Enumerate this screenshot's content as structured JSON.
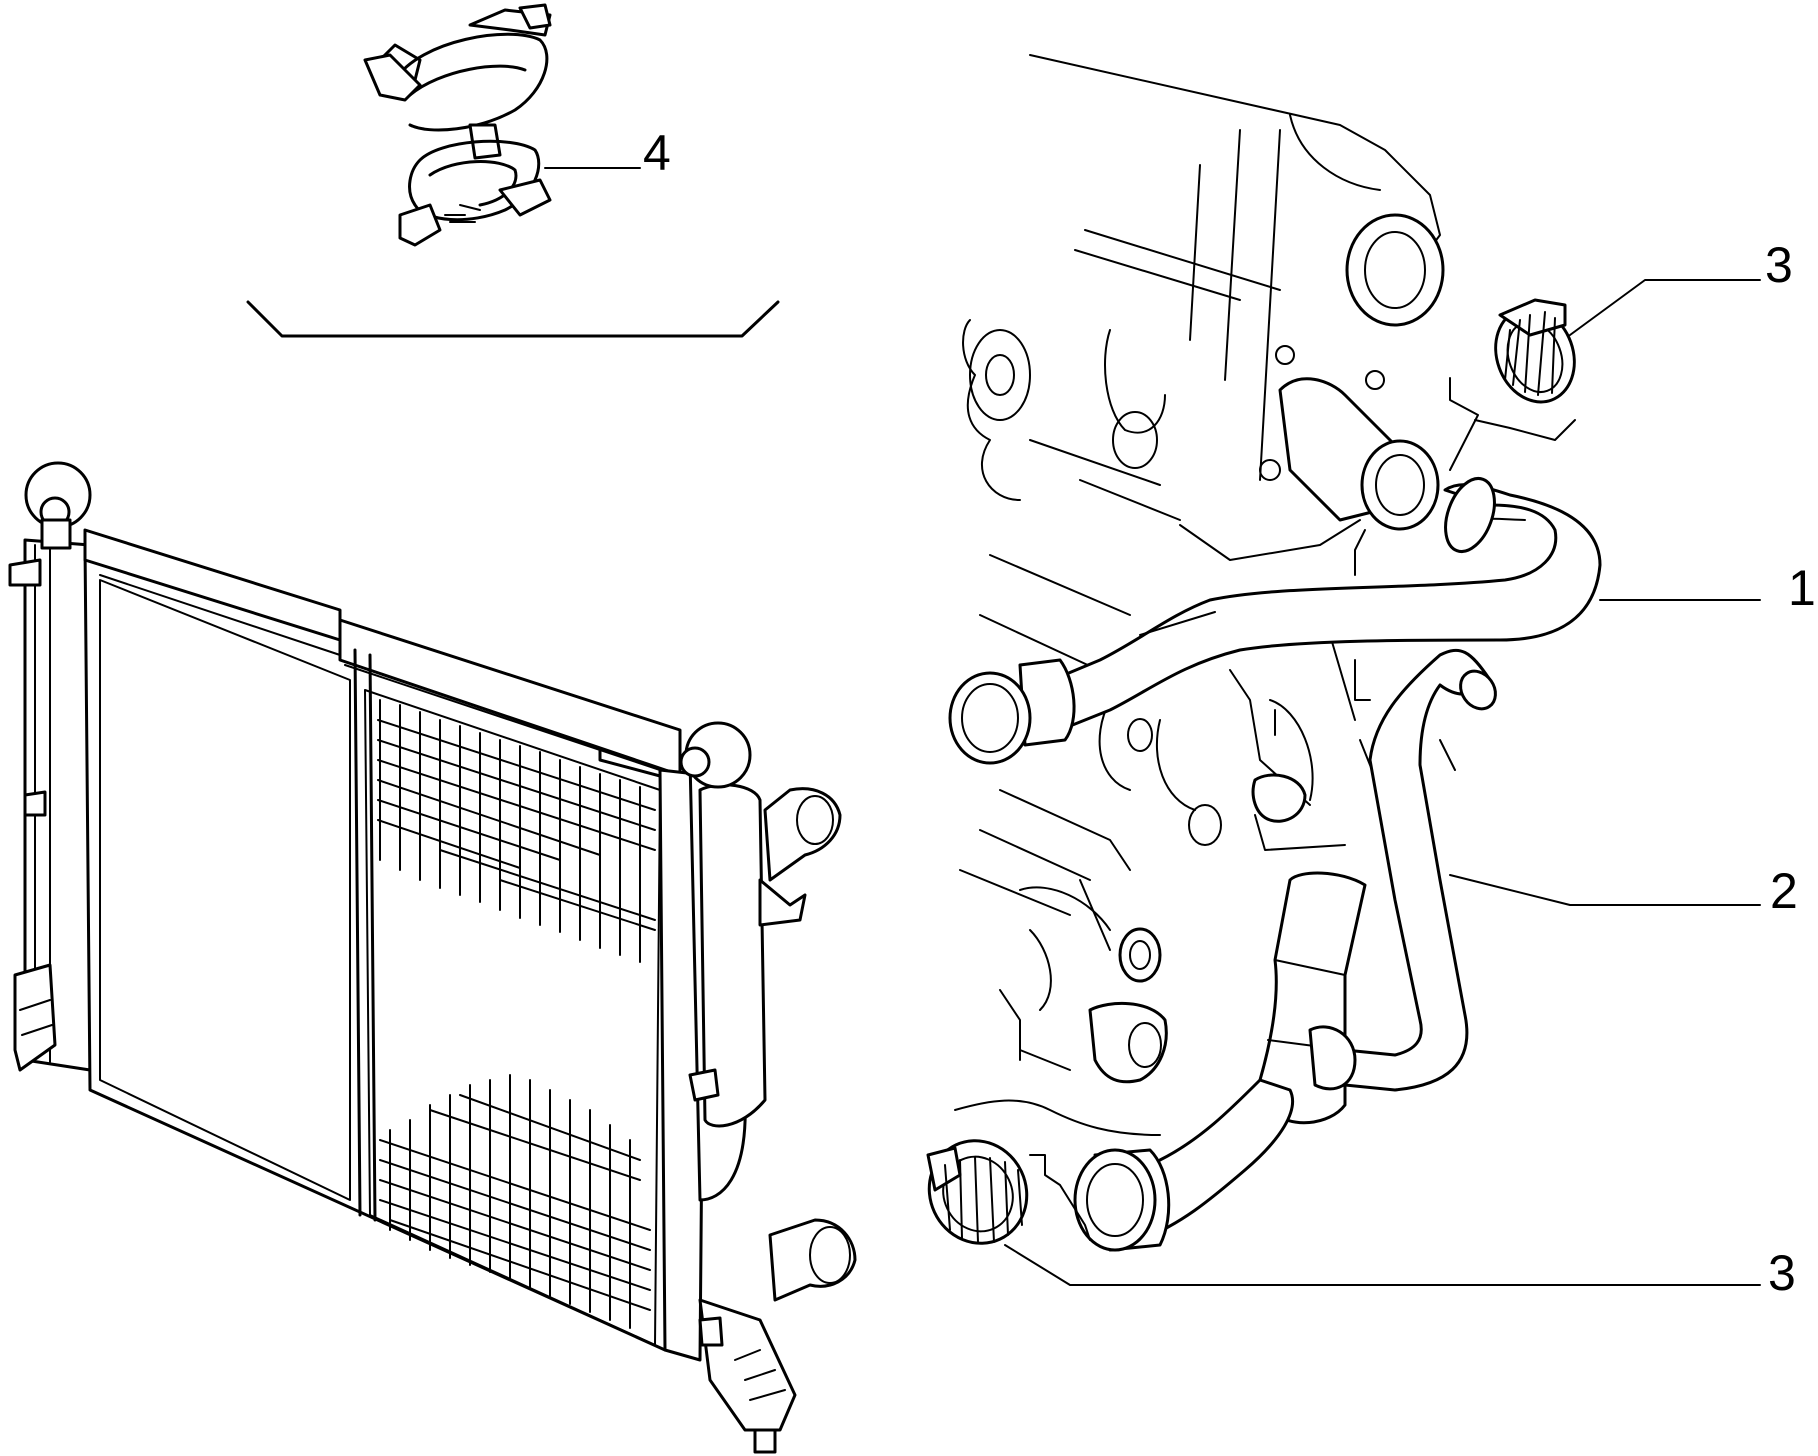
{
  "callouts": [
    {
      "id": "hose-upper",
      "label": "1"
    },
    {
      "id": "hose-lower",
      "label": "2"
    },
    {
      "id": "clamp-upper",
      "label": "3"
    },
    {
      "id": "clamp-lower",
      "label": "3"
    },
    {
      "id": "clip-bracket",
      "label": "4"
    }
  ],
  "colors": {
    "line": "#000000",
    "background": "#ffffff"
  }
}
